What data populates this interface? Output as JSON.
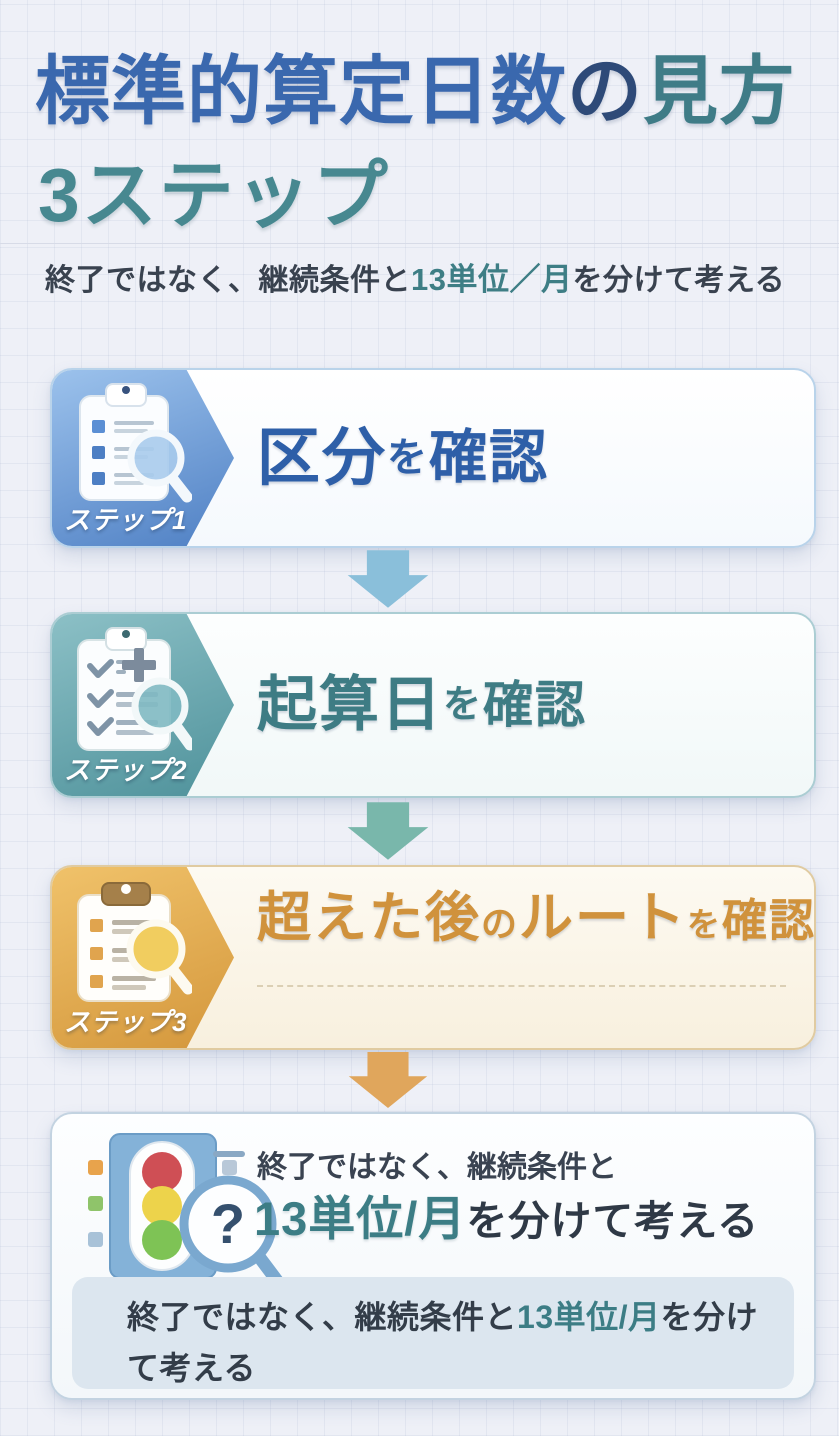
{
  "title": {
    "part1": "標準的算定日数",
    "part2": "の",
    "part3": "見方",
    "line2": "3ステップ",
    "color_part1": "#3a68ae",
    "color_part2": "#2e4a78",
    "color_part3": "#3f7c87",
    "color_line2": "#478890"
  },
  "subtitle": {
    "prefix": "終了ではなく、継続条件と",
    "highlight": "13単位／月",
    "suffix": "を分けて考える",
    "highlight_color": "#3e7e85"
  },
  "steps": [
    {
      "badge_label": "ステップ1",
      "icon": "clipboard-checklist-magnifier-icon",
      "segments": [
        {
          "text": "区分"
        },
        {
          "text": "を"
        },
        {
          "text": "確認"
        }
      ],
      "colors": {
        "text": "#2e5fa8",
        "badge_from": "#9cc2ec",
        "badge_to": "#4f80c4",
        "border": "#b9d3ea",
        "arrow": "#8abfda",
        "bg_top": "#ffffff",
        "bg_bot": "#f5f9fd"
      }
    },
    {
      "badge_label": "ステップ2",
      "icon": "clipboard-checkmarks-magnifier-icon",
      "segments": [
        {
          "text": "起算日"
        },
        {
          "text": "を"
        },
        {
          "text": "確認"
        }
      ],
      "colors": {
        "text": "#3e7c84",
        "badge_from": "#8cc0c6",
        "badge_to": "#4f929b",
        "border": "#abcdd3",
        "arrow": "#79b7ab",
        "bg_top": "#fdfefe",
        "bg_bot": "#f1f8f8"
      }
    },
    {
      "badge_label": "ステップ3",
      "icon": "clipboard-checklist-magnifier-icon",
      "segments": [
        {
          "text": "超えた後"
        },
        {
          "text": "の"
        },
        {
          "text": "ルート"
        },
        {
          "text": "を"
        },
        {
          "text": "確認"
        }
      ],
      "colors": {
        "text": "#d0923c",
        "badge_from": "#f0c26a",
        "badge_to": "#d4973c",
        "border": "#e0cba1",
        "arrow": "#e0a65c",
        "bg_top": "#fdfaf2",
        "bg_bot": "#f8f0de",
        "dash": "#dbcfb4"
      }
    }
  ],
  "result": {
    "icon": "traffic-light-question-magnifier-icon",
    "question_glyph": "?",
    "line1": "終了ではなく、継続条件と",
    "line2_highlight": "13単位/月",
    "line2_suffix": "を分けて考える",
    "highlight_color": "#3c7d85",
    "note": {
      "prefix": "終了ではなく、継続条件と",
      "highlight": "13単位/月",
      "suffix": "を分けて考える"
    },
    "colors": {
      "border": "#c3d3e1",
      "bg_top": "#fdfeff",
      "bg_bot": "#f3f7fa",
      "note_bg": "#dce6ef"
    }
  }
}
